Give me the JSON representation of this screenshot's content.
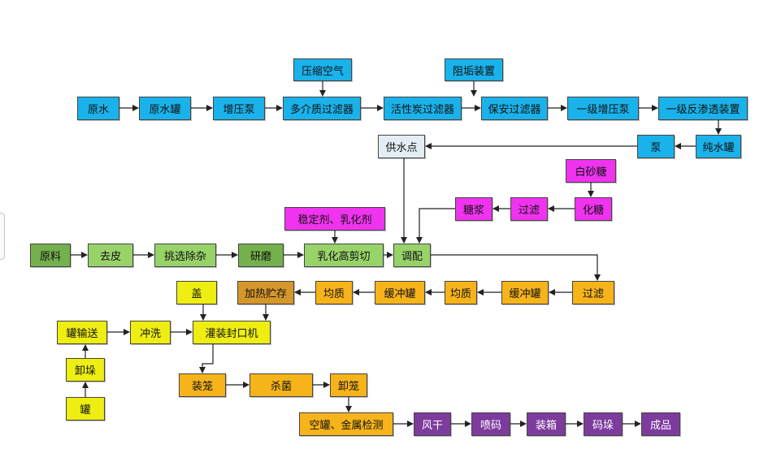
{
  "colors": {
    "blue": "#1ab2ea",
    "lightblue": "#e2eef4",
    "magenta": "#ef33ef",
    "green_dark": "#74b04c",
    "green_light": "#98d36a",
    "orange": "#f6b41a",
    "orange_brown": "#d5962a",
    "yellow": "#eeee12",
    "purple": "#7d3b9d",
    "line": "#222222"
  },
  "nodes": [
    {
      "id": "yuanshui",
      "label": "原水",
      "color": "blue"
    },
    {
      "id": "yuanshuiguan",
      "label": "原水罐",
      "color": "blue"
    },
    {
      "id": "zengyabeng",
      "label": "增压泵",
      "color": "blue"
    },
    {
      "id": "duojiezhi",
      "label": "多介质过滤器",
      "color": "blue"
    },
    {
      "id": "huoxingtan",
      "label": "活性炭过滤器",
      "color": "blue"
    },
    {
      "id": "baoan",
      "label": "保安过滤器",
      "color": "blue"
    },
    {
      "id": "yijizengya",
      "label": "一级增压泵",
      "color": "blue"
    },
    {
      "id": "fanshentou",
      "label": "一级反渗透装置",
      "color": "blue"
    },
    {
      "id": "yasuo",
      "label": "压缩空气",
      "color": "blue"
    },
    {
      "id": "zugou",
      "label": "阻垢装置",
      "color": "blue"
    },
    {
      "id": "chunshuiguan",
      "label": "纯水罐",
      "color": "blue"
    },
    {
      "id": "beng",
      "label": "泵",
      "color": "blue"
    },
    {
      "id": "gongshuidian",
      "label": "供水点",
      "color": "lightblue"
    },
    {
      "id": "baishatang",
      "label": "白砂糖",
      "color": "magenta"
    },
    {
      "id": "huatang",
      "label": "化糖",
      "color": "magenta"
    },
    {
      "id": "guolv1",
      "label": "过滤",
      "color": "magenta"
    },
    {
      "id": "tangjiang",
      "label": "糖浆",
      "color": "magenta"
    },
    {
      "id": "wendingji",
      "label": "稳定剂、乳化剂",
      "color": "magenta"
    },
    {
      "id": "yuanliao",
      "label": "原料",
      "color": "green_dark"
    },
    {
      "id": "qupi",
      "label": "去皮",
      "color": "green_light"
    },
    {
      "id": "tiaoxuan",
      "label": "挑选除杂",
      "color": "green_light"
    },
    {
      "id": "yanmo",
      "label": "研磨",
      "color": "green_dark"
    },
    {
      "id": "ruhua",
      "label": "乳化高剪切",
      "color": "green_light"
    },
    {
      "id": "tiaopei",
      "label": "调配",
      "color": "green_light"
    },
    {
      "id": "guolv2",
      "label": "过滤",
      "color": "orange"
    },
    {
      "id": "huanchong1",
      "label": "缓冲罐",
      "color": "orange"
    },
    {
      "id": "junzhi1",
      "label": "均质",
      "color": "orange"
    },
    {
      "id": "huanchong2",
      "label": "缓冲罐",
      "color": "orange"
    },
    {
      "id": "junzhi2",
      "label": "均质",
      "color": "orange"
    },
    {
      "id": "jiare",
      "label": "加热贮存",
      "color": "orange_brown"
    },
    {
      "id": "gai",
      "label": "盖",
      "color": "yellow"
    },
    {
      "id": "guanshusong",
      "label": "罐输送",
      "color": "yellow"
    },
    {
      "id": "chongxi",
      "label": "冲洗",
      "color": "yellow"
    },
    {
      "id": "guanzhuang",
      "label": "灌装封口机",
      "color": "yellow"
    },
    {
      "id": "xieduo",
      "label": "卸垛",
      "color": "yellow"
    },
    {
      "id": "guan",
      "label": "罐",
      "color": "yellow"
    },
    {
      "id": "zhuanglong",
      "label": "装笼",
      "color": "orange"
    },
    {
      "id": "shajun",
      "label": "杀菌",
      "color": "orange"
    },
    {
      "id": "xielong",
      "label": "卸笼",
      "color": "orange"
    },
    {
      "id": "kongguan",
      "label": "空罐、金属检测",
      "color": "orange"
    },
    {
      "id": "fenggan",
      "label": "风干",
      "color": "purple"
    },
    {
      "id": "penma",
      "label": "喷码",
      "color": "purple"
    },
    {
      "id": "zhuangxiang",
      "label": "装箱",
      "color": "purple"
    },
    {
      "id": "maduo",
      "label": "码垛",
      "color": "purple"
    },
    {
      "id": "chengpin",
      "label": "成品",
      "color": "purple"
    }
  ]
}
